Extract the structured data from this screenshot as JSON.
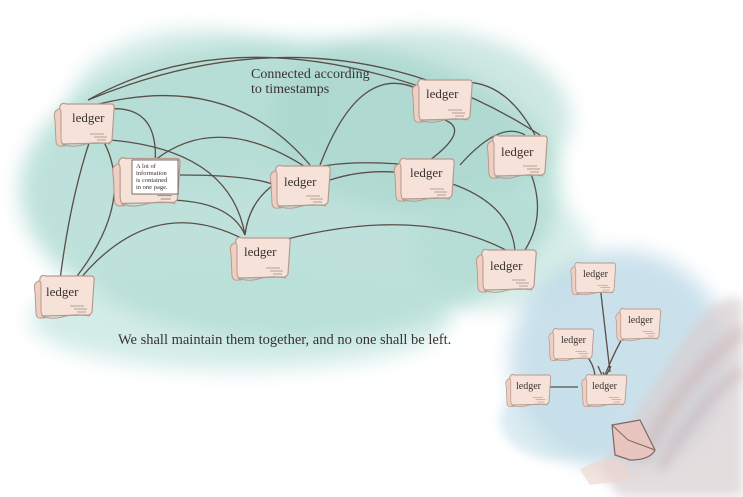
{
  "diagram": {
    "caption_timestamps": "Connected according\nto timestamps",
    "caption_together": "We shall maintain them together, and no one shall be left.",
    "scroll_label": "ledger",
    "note_text": "A lot of\ninformation\nis contained\nin one page.",
    "colors": {
      "wash": "#a9d8cf",
      "wash_small": "#b9d7e6",
      "paper": "#f6e2d8",
      "paper_edge": "#b89a8e",
      "line": "#5a4e49",
      "text": "#3a3230"
    }
  }
}
